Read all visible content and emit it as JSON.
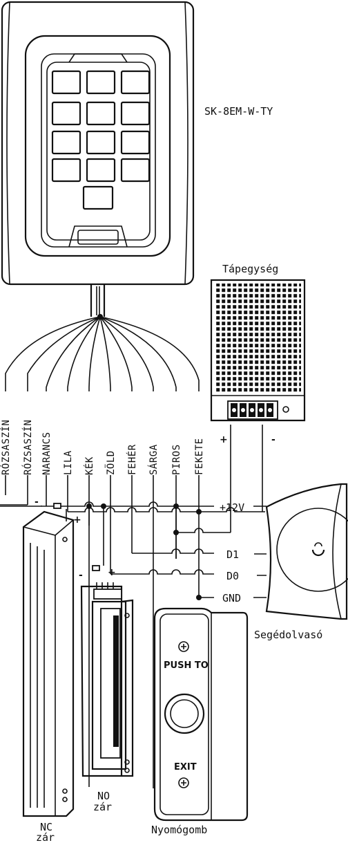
{
  "keypad": {
    "model": "SK-8EM-W-TY"
  },
  "power_supply": {
    "title": "Tápegység",
    "plus": "+",
    "minus": "-"
  },
  "wires": [
    "RÓZSASZÍN",
    "RÓZSASZÍN",
    "NARANCS",
    "LILA",
    "KÉK",
    "ZÖLD",
    "FEHÉR",
    "SÁRGA",
    "PIROS",
    "FEKETE"
  ],
  "reader": {
    "name": "Segédolvasó",
    "terminals": [
      "D1",
      "D0",
      "GND",
      "+12V"
    ]
  },
  "nc_lock": {
    "line1": "NC",
    "line2": "zár",
    "minus": "-",
    "plus": "+"
  },
  "no_lock": {
    "line1": "NO",
    "line2": "zár",
    "minus": "-",
    "plus": "+"
  },
  "exit_button": {
    "name": "Nyomógomb",
    "top_text": "PUSH TO",
    "bottom_text": "EXIT"
  }
}
